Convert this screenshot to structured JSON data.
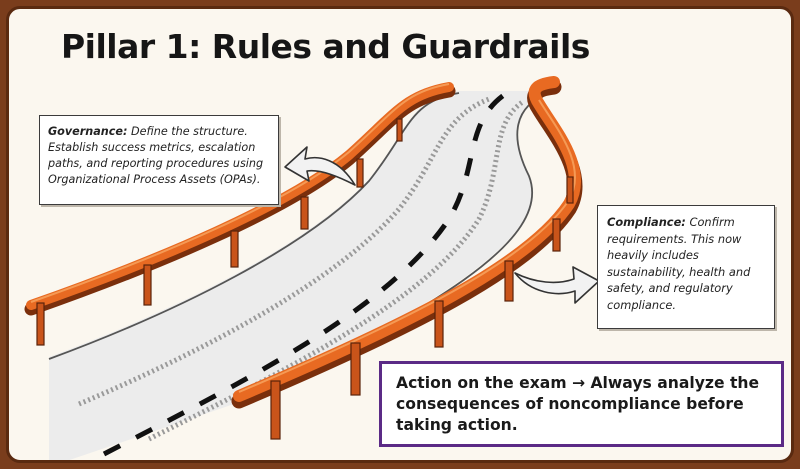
{
  "title": "Pillar 1: Rules and Guardrails",
  "governance": {
    "heading": "Governance:",
    "text": "Define the structure. Establish success metrics, escalation paths, and reporting procedures using Organizational Process Assets (OPAs)."
  },
  "compliance": {
    "heading": "Compliance:",
    "text": "Confirm requirements. This now heavily includes sustainability, health and safety, and regulatory compliance."
  },
  "action": {
    "text": "Action on the exam → Always analyze the consequences of noncompliance before taking action."
  },
  "colors": {
    "guardrail": "#e86a22",
    "post": "#c9541a",
    "frame": "#7a3d1c",
    "action_border": "#5b2a86"
  },
  "icons": [
    "arrow-left-curved-icon",
    "arrow-right-curved-icon"
  ]
}
